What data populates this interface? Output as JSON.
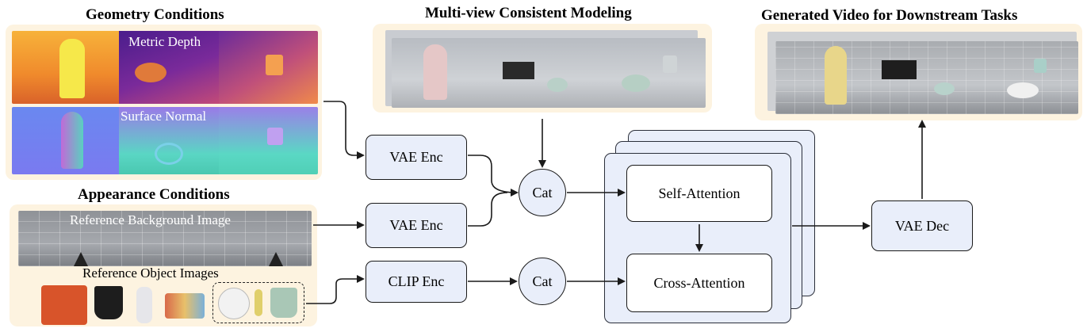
{
  "titles": {
    "geometry": "Geometry Conditions",
    "multiview": "Multi-view Consistent Modeling",
    "generated": "Generated Video for Downstream Tasks",
    "appearance": "Appearance Conditions"
  },
  "labels": {
    "metric_depth": "Metric Depth",
    "surface_normal": "Surface Normal",
    "ref_background": "Reference Background Image",
    "ref_objects": "Reference Object Images"
  },
  "modules": {
    "vae_enc_1": "VAE Enc",
    "vae_enc_2": "VAE Enc",
    "clip_enc": "CLIP Enc",
    "cat_1": "Cat",
    "cat_2": "Cat",
    "self_attention": "Self-Attention",
    "cross_attention": "Cross-Attention",
    "vae_dec": "VAE Dec"
  },
  "colors": {
    "panel_bg": "#fdf3e0",
    "module_fill": "#e9eefa",
    "stroke": "#1a1a1a"
  }
}
